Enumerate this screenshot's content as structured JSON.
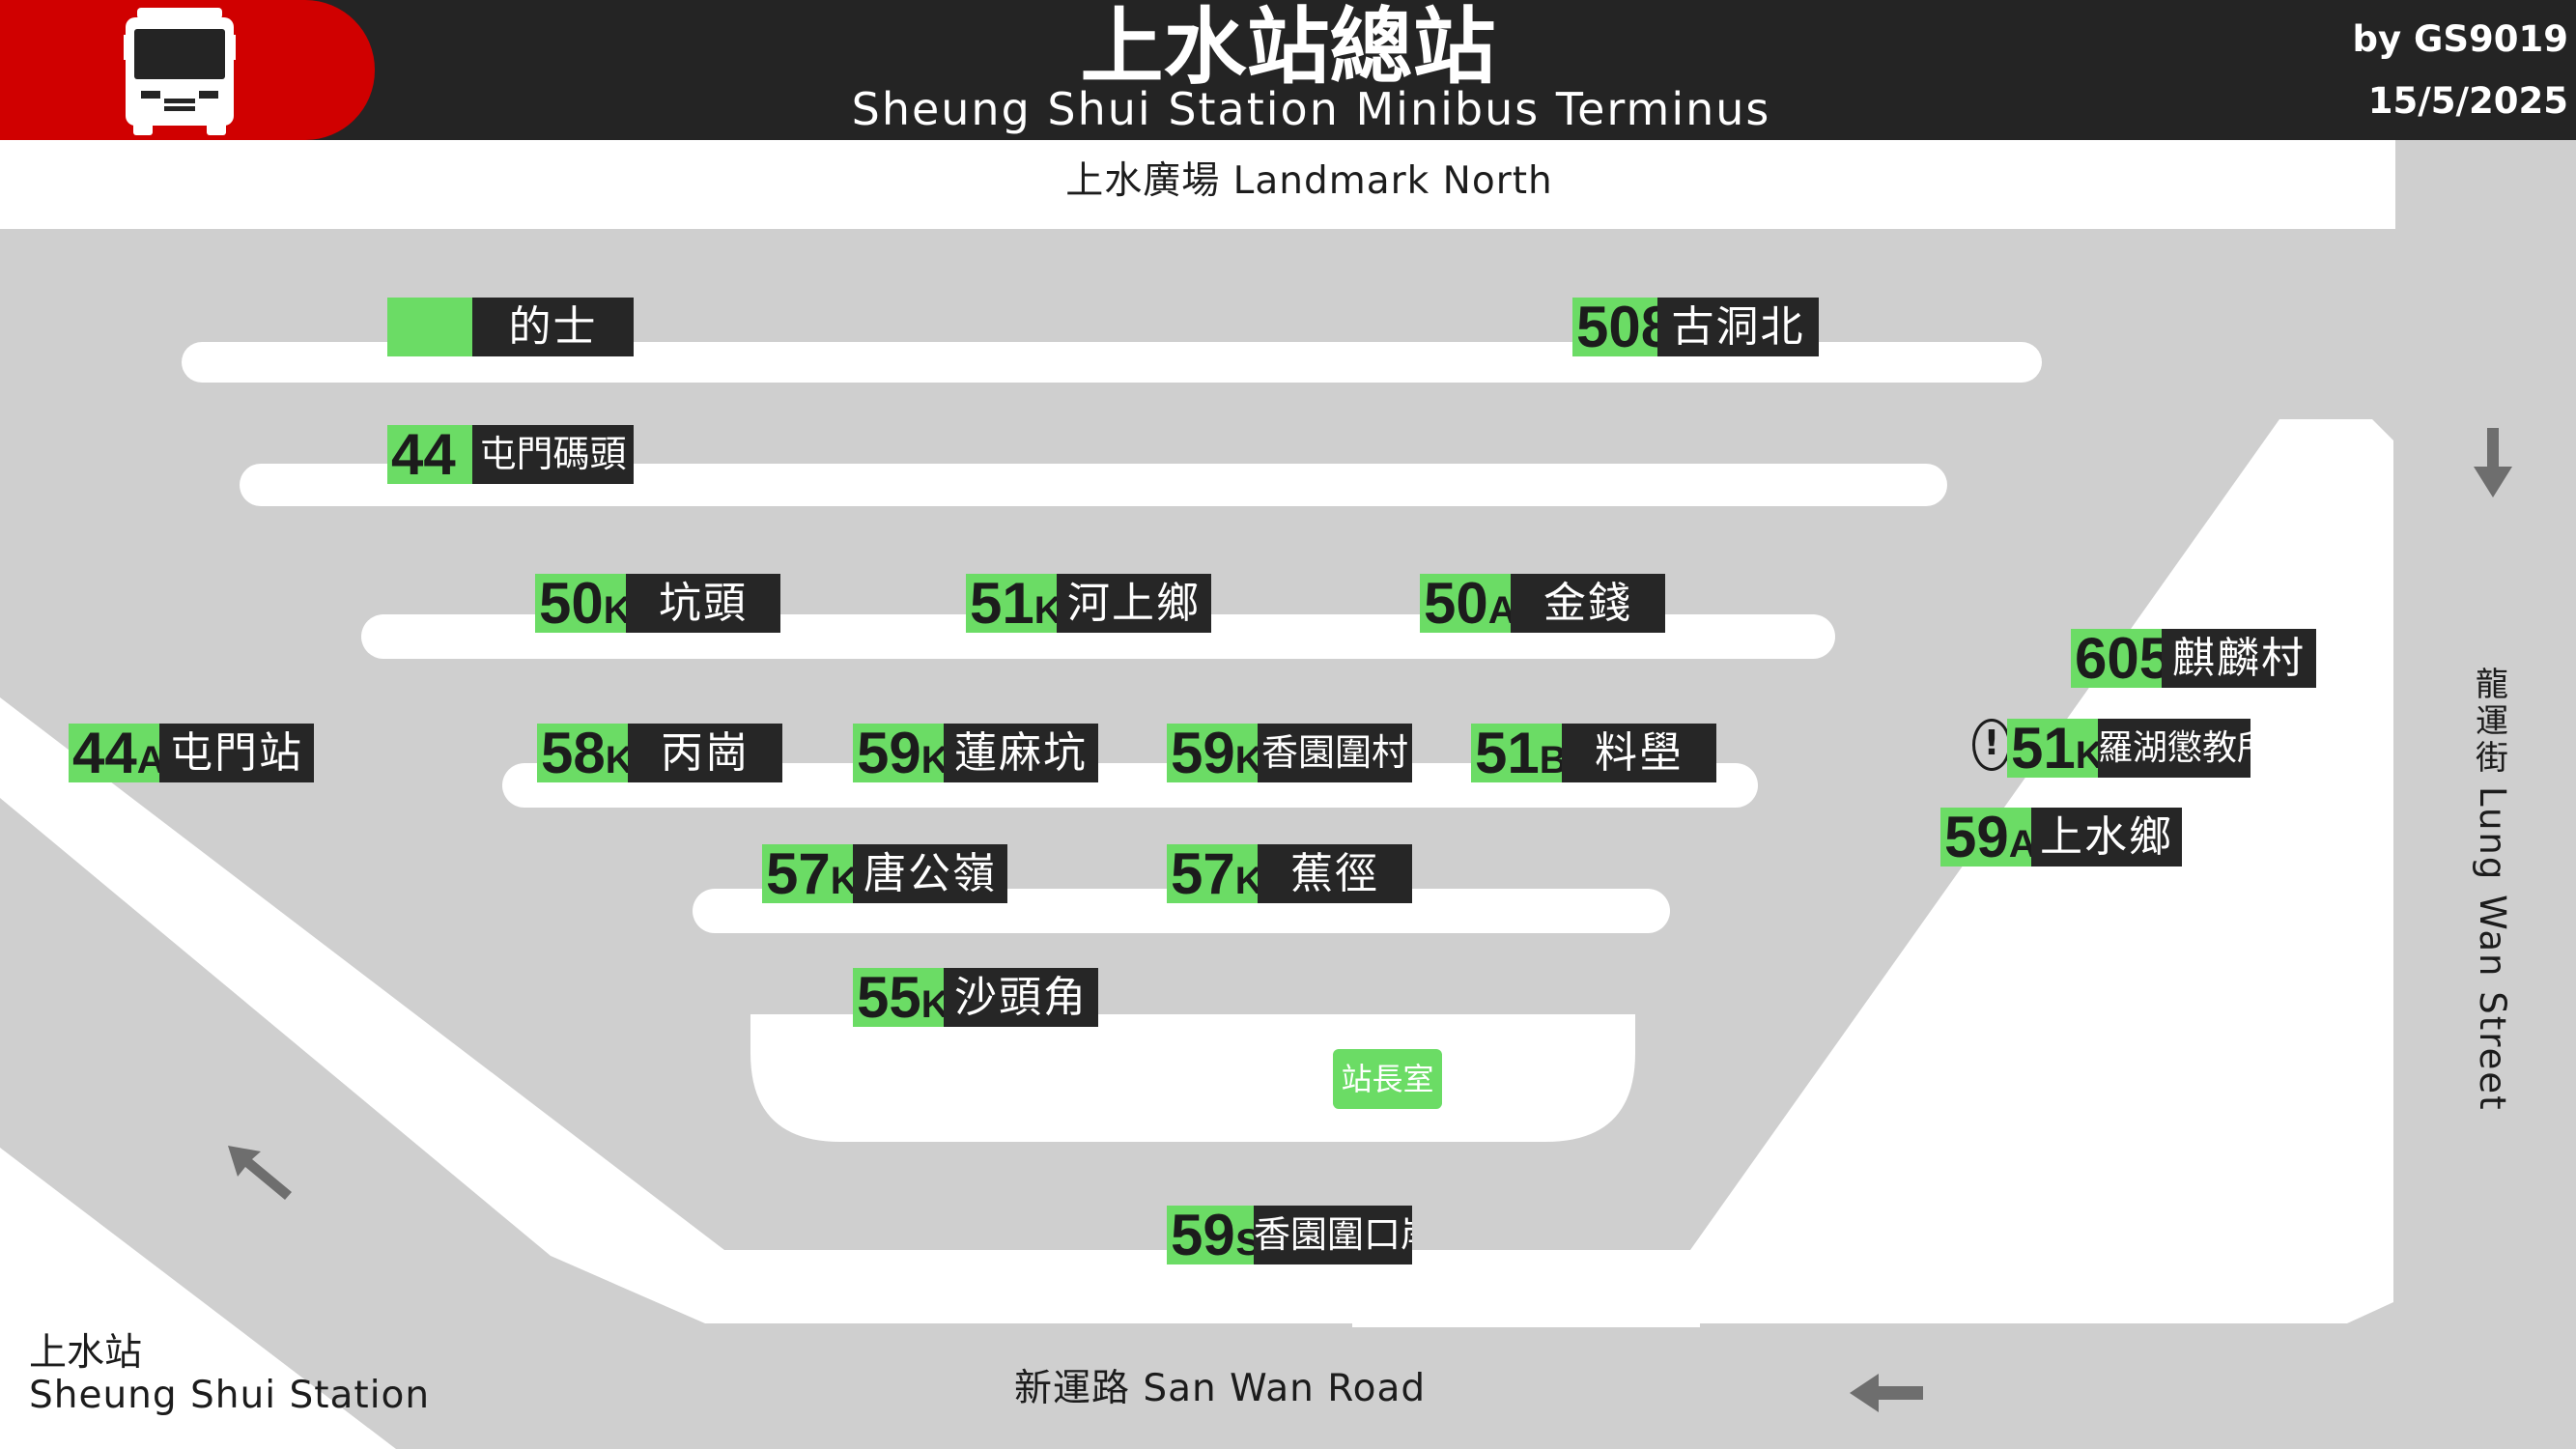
{
  "header": {
    "title_zh": "上水站總站",
    "title_en": "Sheung Shui Station Minibus Terminus",
    "credit": "by GS9019",
    "date": "15/5/2025",
    "brand_color": "#d00000"
  },
  "map": {
    "landmark": "上水廣場 Landmark North",
    "street_right_zh": "龍運街",
    "street_right_en": "Lung Wan Street",
    "road_bottom": "新運路 San Wan Road",
    "station_zh": "上水站",
    "station_en": "Sheung Shui Station",
    "office": "站長室",
    "alert_symbol": "!"
  },
  "colors": {
    "route_number_bg": "#6bdc65",
    "destination_bg": "#262626",
    "road": "#cfcfcf",
    "island": "#ffffff"
  },
  "routes": {
    "taxi": {
      "num": "",
      "sfx": "",
      "dest": "的士"
    },
    "r508": {
      "num": "508",
      "sfx": "",
      "dest": "古洞北"
    },
    "r44": {
      "num": "44",
      "sfx": "",
      "dest": "屯門碼頭"
    },
    "r50k": {
      "num": "50",
      "sfx": "K",
      "dest": "坑頭"
    },
    "r51k": {
      "num": "51",
      "sfx": "K",
      "dest": "河上鄉"
    },
    "r50a": {
      "num": "50",
      "sfx": "A",
      "dest": "金錢"
    },
    "r605": {
      "num": "605",
      "sfx": "",
      "dest": "麒麟村"
    },
    "r44a": {
      "num": "44",
      "sfx": "A",
      "dest": "屯門站"
    },
    "r58k": {
      "num": "58",
      "sfx": "K",
      "dest": "丙崗"
    },
    "r59k1": {
      "num": "59",
      "sfx": "K",
      "dest": "蓮麻坑"
    },
    "r59k2": {
      "num": "59",
      "sfx": "K",
      "dest": "香園圍村"
    },
    "r51b": {
      "num": "51",
      "sfx": "B",
      "dest": "料壆"
    },
    "r51k2": {
      "num": "51",
      "sfx": "K",
      "dest": "羅湖懲教所"
    },
    "r59a": {
      "num": "59",
      "sfx": "A",
      "dest": "上水鄉"
    },
    "r57k1": {
      "num": "57",
      "sfx": "K",
      "dest": "唐公嶺"
    },
    "r57k2": {
      "num": "57",
      "sfx": "K",
      "dest": "蕉徑"
    },
    "r55k": {
      "num": "55",
      "sfx": "K",
      "dest": "沙頭角"
    },
    "r59s": {
      "num": "59",
      "sfx": "s",
      "dest": "香園圍口岸"
    }
  },
  "icons": {
    "logo": "minibus-icon",
    "arrow_right_street": "arrow-down-icon",
    "arrow_left_station": "arrow-up-left-icon",
    "arrow_bottom_road": "arrow-left-icon"
  }
}
